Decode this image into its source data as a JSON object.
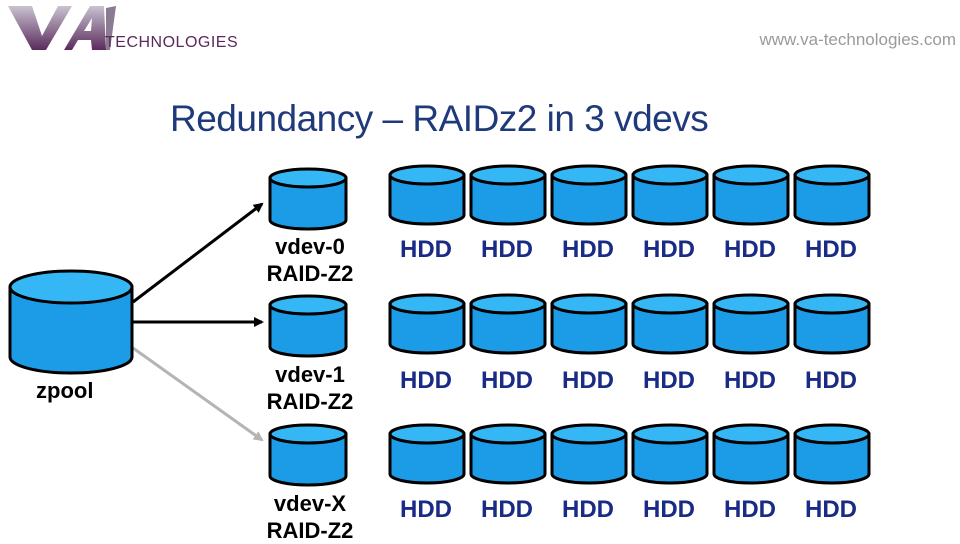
{
  "brand": {
    "logo_text": "VA",
    "wordmark": "TECHNOLOGIES",
    "url": "www.va-technologies.com"
  },
  "slide": {
    "title": "Redundancy – RAIDz2 in 3 vdevs"
  },
  "zpool": {
    "label": "zpool"
  },
  "vdevs": [
    {
      "name": "vdev-0",
      "raid": "RAID-Z2",
      "disks": [
        "HDD",
        "HDD",
        "HDD",
        "HDD",
        "HDD",
        "HDD"
      ]
    },
    {
      "name": "vdev-1",
      "raid": "RAID-Z2",
      "disks": [
        "HDD",
        "HDD",
        "HDD",
        "HDD",
        "HDD",
        "HDD"
      ]
    },
    {
      "name": "vdev-X",
      "raid": "RAID-Z2",
      "disks": [
        "HDD",
        "HDD",
        "HDD",
        "HDD",
        "HDD",
        "HDD"
      ]
    }
  ],
  "colors": {
    "cylinder_body": "#1c9ce6",
    "cylinder_top": "#35b6f5",
    "outline": "#000000",
    "title": "#1f3a7a",
    "hdd_text": "#1a2b85",
    "arrow_solid": "#000000",
    "arrow_faded": "#b4b4b4",
    "logo_purple": "#5a2a5c"
  }
}
